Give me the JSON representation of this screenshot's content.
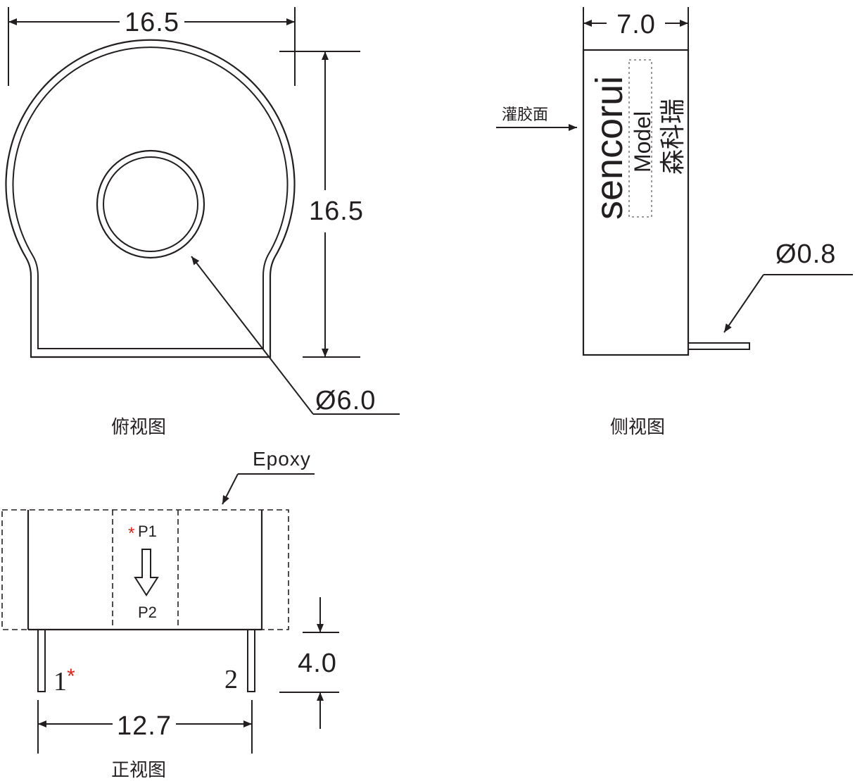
{
  "top_view": {
    "caption": "俯视图",
    "width_dim": "16.5",
    "height_dim": "16.5",
    "hole_dim": "Ø6.0"
  },
  "side_view": {
    "caption": "侧视图",
    "thickness_dim": "7.0",
    "potting_label": "灌胶面",
    "brand_text": "sencorui",
    "model_text": "Model",
    "chinese_brand": "森科瑞",
    "pin_dim": "Ø0.8"
  },
  "front_view": {
    "caption": "正视图",
    "epoxy_label": "Epoxy",
    "p1_star": "*",
    "p1_label": "P1",
    "p2_label": "P2",
    "pin1_label": "1",
    "pin1_star": "*",
    "pin2_label": "2",
    "pin_length_dim": "4.0",
    "pin_spacing_dim": "12.7"
  },
  "colors": {
    "line": "#231f20",
    "marker_red": "#e2231a",
    "dotted_box": "#9a9a9a"
  }
}
